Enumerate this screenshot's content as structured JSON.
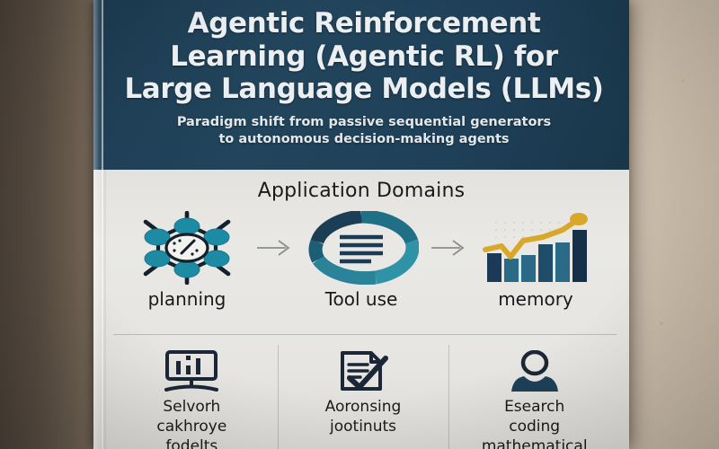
{
  "header": {
    "title_lines": [
      "Agentic Reinforcement",
      "Learning (Agentic RL) for",
      "Large Language Models (LLMs)"
    ],
    "subtitle_lines": [
      "Paradigm shift from passive sequential generators",
      "to autonomous decision-making agents"
    ],
    "background_color": "#1e4058",
    "text_color": "#eceff1"
  },
  "body": {
    "section_heading": "Application Domains",
    "background_color": "#e8e7e4",
    "row1": [
      {
        "label": "planning",
        "icon": "network-nodes-clock-icon",
        "accent": "#1d8ba3"
      },
      {
        "label": "Tool use",
        "icon": "donut-chart-document-icon",
        "accent": "#1a7f95"
      },
      {
        "label": "memory",
        "icon": "bar-chart-trend-icon",
        "accent": "#d9a526"
      }
    ],
    "arrows": [
      "arrow-right-icon",
      "arrow-right-icon"
    ],
    "row2": [
      {
        "label_lines": [
          "Selvorh",
          "cakhroye",
          "fodelts"
        ],
        "icon": "monitor-chart-icon"
      },
      {
        "label_lines": [
          "Aoronsing",
          "jootinuts"
        ],
        "icon": "document-check-icon"
      },
      {
        "label_lines": [
          "Esearch",
          "coding",
          "mathematical"
        ],
        "icon": "user-person-icon"
      }
    ]
  },
  "colors": {
    "navy": "#1b3a52",
    "teal": "#2a7f95",
    "teal_light": "#2f93a8",
    "gold": "#d9a82a",
    "dark_ink": "#17212e",
    "page": "#e8e7e4",
    "arrow_gray": "#8d8d8d"
  }
}
